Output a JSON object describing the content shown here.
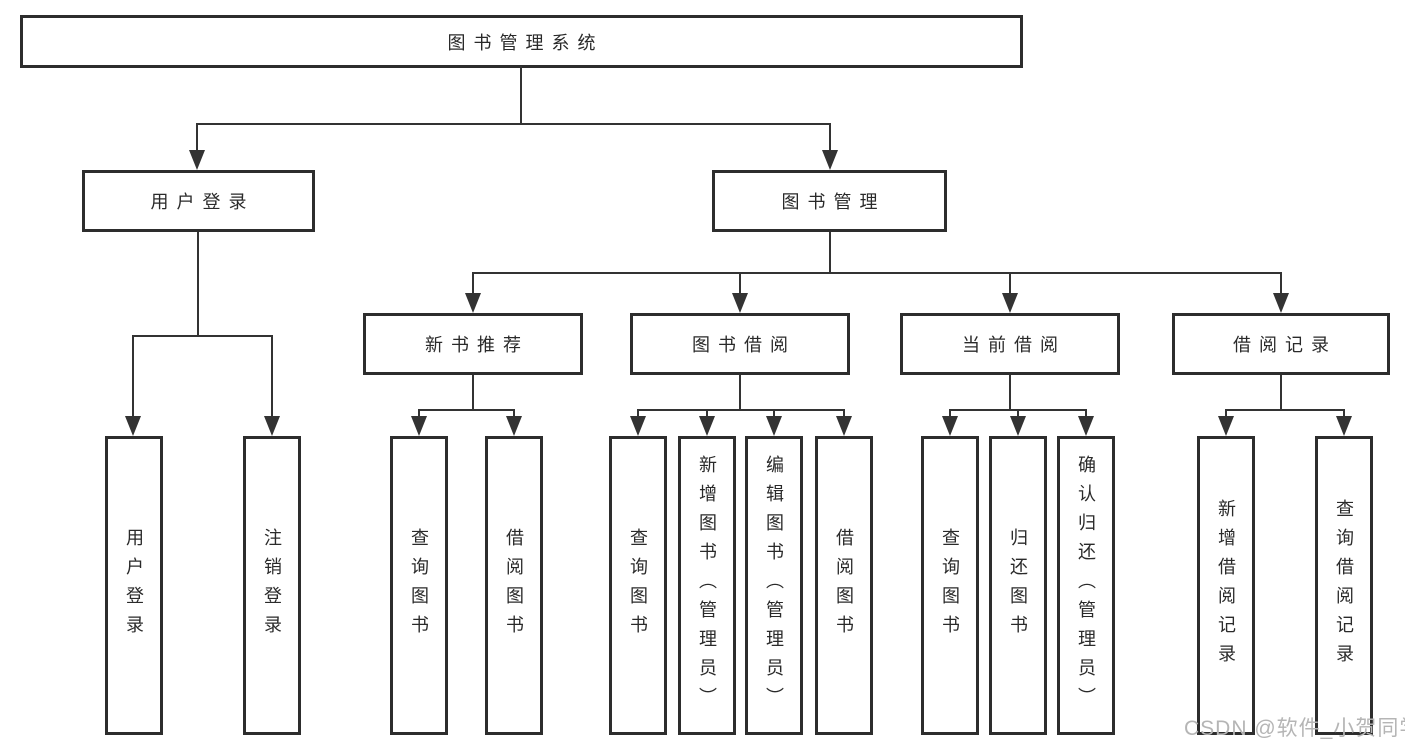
{
  "page": {
    "background_color": "#ffffff",
    "line_color": "#333333",
    "border_color": "#2d2d2d",
    "text_color": "#2a2a2a"
  },
  "tree": {
    "root": "图书管理系统",
    "login": {
      "label": "用户登录",
      "children": [
        "用户登录",
        "注销登录"
      ]
    },
    "management": {
      "label": "图书管理",
      "sections": [
        {
          "label": "新书推荐",
          "children": [
            "查询图书",
            "借阅图书"
          ]
        },
        {
          "label": "图书借阅",
          "children": [
            "查询图书",
            "新增图书（管理员）",
            "编辑图书（管理员）",
            "借阅图书"
          ]
        },
        {
          "label": "当前借阅",
          "children": [
            "查询图书",
            "归还图书",
            "确认归还（管理员）"
          ]
        },
        {
          "label": "借阅记录",
          "children": [
            "新增借阅记录",
            "查询借阅记录"
          ]
        }
      ]
    }
  },
  "watermark": {
    "text": "CSDN @软件_小贺同学",
    "color": "#b5b5b5"
  }
}
